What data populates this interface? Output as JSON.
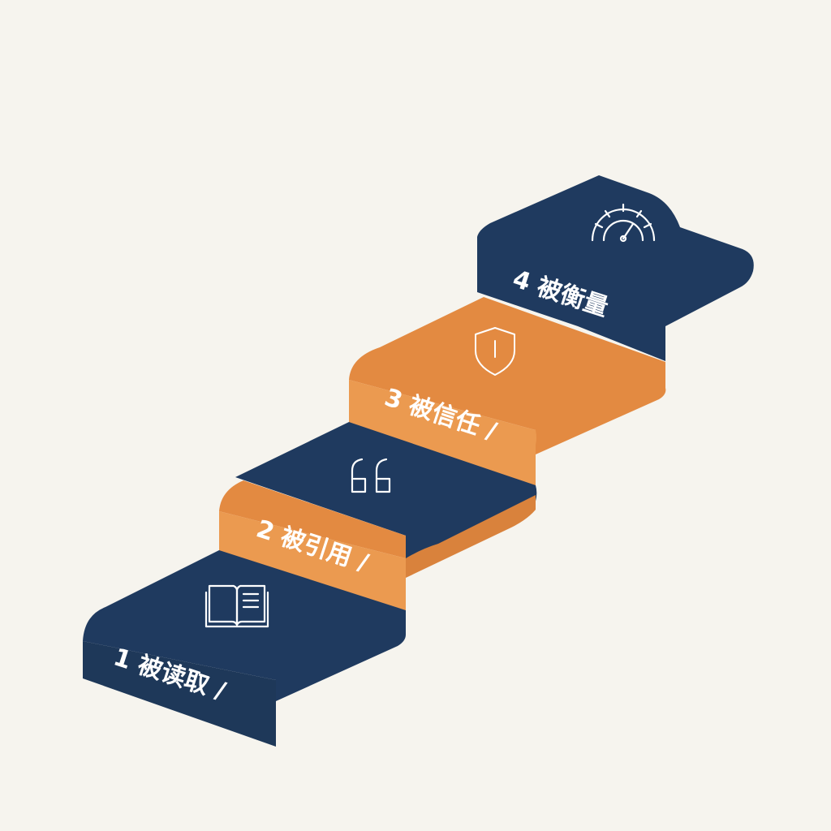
{
  "colors": {
    "background": "#f6f4ee",
    "navy": "#1f3a5f",
    "navy_side": "#1a3254",
    "orange": "#e8944a",
    "orange_dark": "#d9823c",
    "icon_stroke": "#ffffff"
  },
  "steps": [
    {
      "label": "1 被读取 /",
      "icon": "open-book-icon",
      "color": "navy"
    },
    {
      "label": "2 被引用 /",
      "icon": "quote-marks-icon",
      "color": "orange"
    },
    {
      "label": "3 被信任 /",
      "icon": "shield-icon",
      "color": "orange"
    },
    {
      "label": "4 被衡量",
      "icon": "gauge-icon",
      "color": "navy"
    }
  ]
}
